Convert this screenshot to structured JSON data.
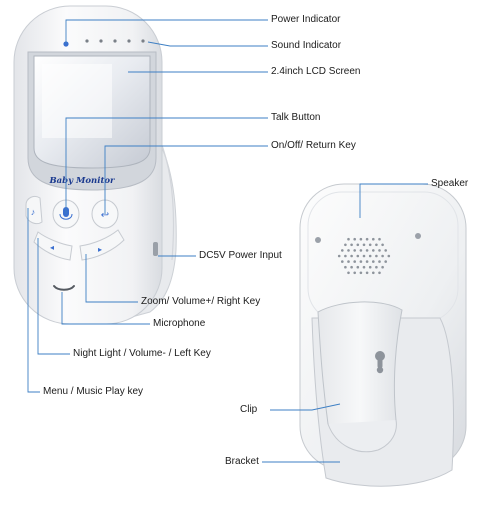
{
  "device": {
    "brand_text": "Baby Monitor"
  },
  "callouts": [
    {
      "id": "power-indicator",
      "text": "Power Indicator"
    },
    {
      "id": "sound-indicator",
      "text": "Sound Indicator"
    },
    {
      "id": "lcd-screen",
      "text": "2.4inch LCD Screen"
    },
    {
      "id": "talk-button",
      "text": "Talk Button"
    },
    {
      "id": "on-off-return-key",
      "text": "On/Off/ Return Key"
    },
    {
      "id": "speaker",
      "text": "Speaker"
    },
    {
      "id": "dc5v-power-input",
      "text": "DC5V Power Input"
    },
    {
      "id": "zoom-volume-right-key",
      "text": "Zoom/ Volume+/ Right Key"
    },
    {
      "id": "microphone",
      "text": "Microphone"
    },
    {
      "id": "night-light-volume-left-key",
      "text": "Night Light / Volume- / Left Key"
    },
    {
      "id": "menu-music-play-key",
      "text": "Menu / Music Play key"
    },
    {
      "id": "clip",
      "text": "Clip"
    },
    {
      "id": "bracket",
      "text": "Bracket"
    }
  ],
  "colors": {
    "leader_line": "#3d7fc4",
    "body_white": "#f4f5f7",
    "body_shadow": "#d5d8dd",
    "screen_glow": "#cfd4dc",
    "brand_blue": "#1b3a8f",
    "led_blue": "#3a6fd0"
  }
}
